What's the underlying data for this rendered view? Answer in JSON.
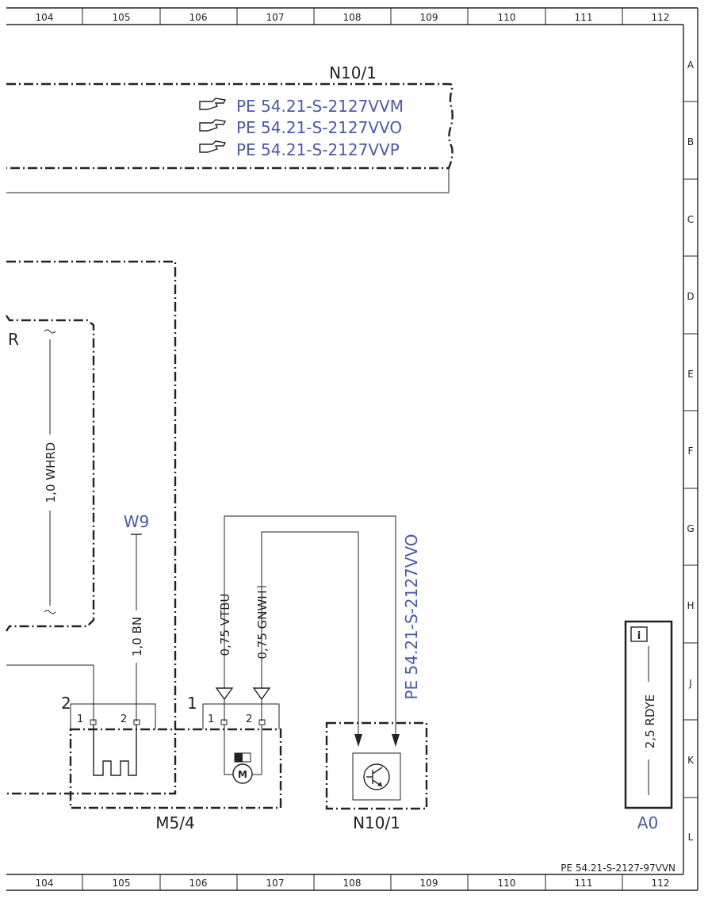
{
  "ruler": {
    "columns": [
      "104",
      "105",
      "106",
      "107",
      "108",
      "109",
      "110",
      "111",
      "112"
    ]
  },
  "rows": [
    "A",
    "B",
    "C",
    "D",
    "E",
    "F",
    "G",
    "H",
    "J",
    "K",
    "L"
  ],
  "n10_top": {
    "label": "N10/1",
    "refs": [
      "PE 54.21-S-2127VVM",
      "PE 54.21-S-2127VVO",
      "PE 54.21-S-2127VVP"
    ]
  },
  "left_block": {
    "label_r": "R",
    "wire": "1,0 WHRD"
  },
  "w9": {
    "label": "W9",
    "wire": "1,0 BN"
  },
  "m54": {
    "label": "M5/4",
    "connector1_num": "2",
    "connector2_num": "1",
    "pin1": "1",
    "pin2": "2",
    "pin3": "1",
    "pin4": "2",
    "wire_a": "0,75 VTBU",
    "wire_b": "0,75 GNWH",
    "motor_symbol": "M"
  },
  "n10_bottom": {
    "label": "N10/1",
    "ref": "PE 54.21-S-2127VVO"
  },
  "a0": {
    "label": "A0",
    "wire": "2,5 RDYE",
    "info_symbol": "i"
  },
  "footer_ref": "PE 54.21-S-2127-97VVN",
  "colors": {
    "link": "#4a5aa8",
    "line": "#222222",
    "background": "#ffffff"
  }
}
